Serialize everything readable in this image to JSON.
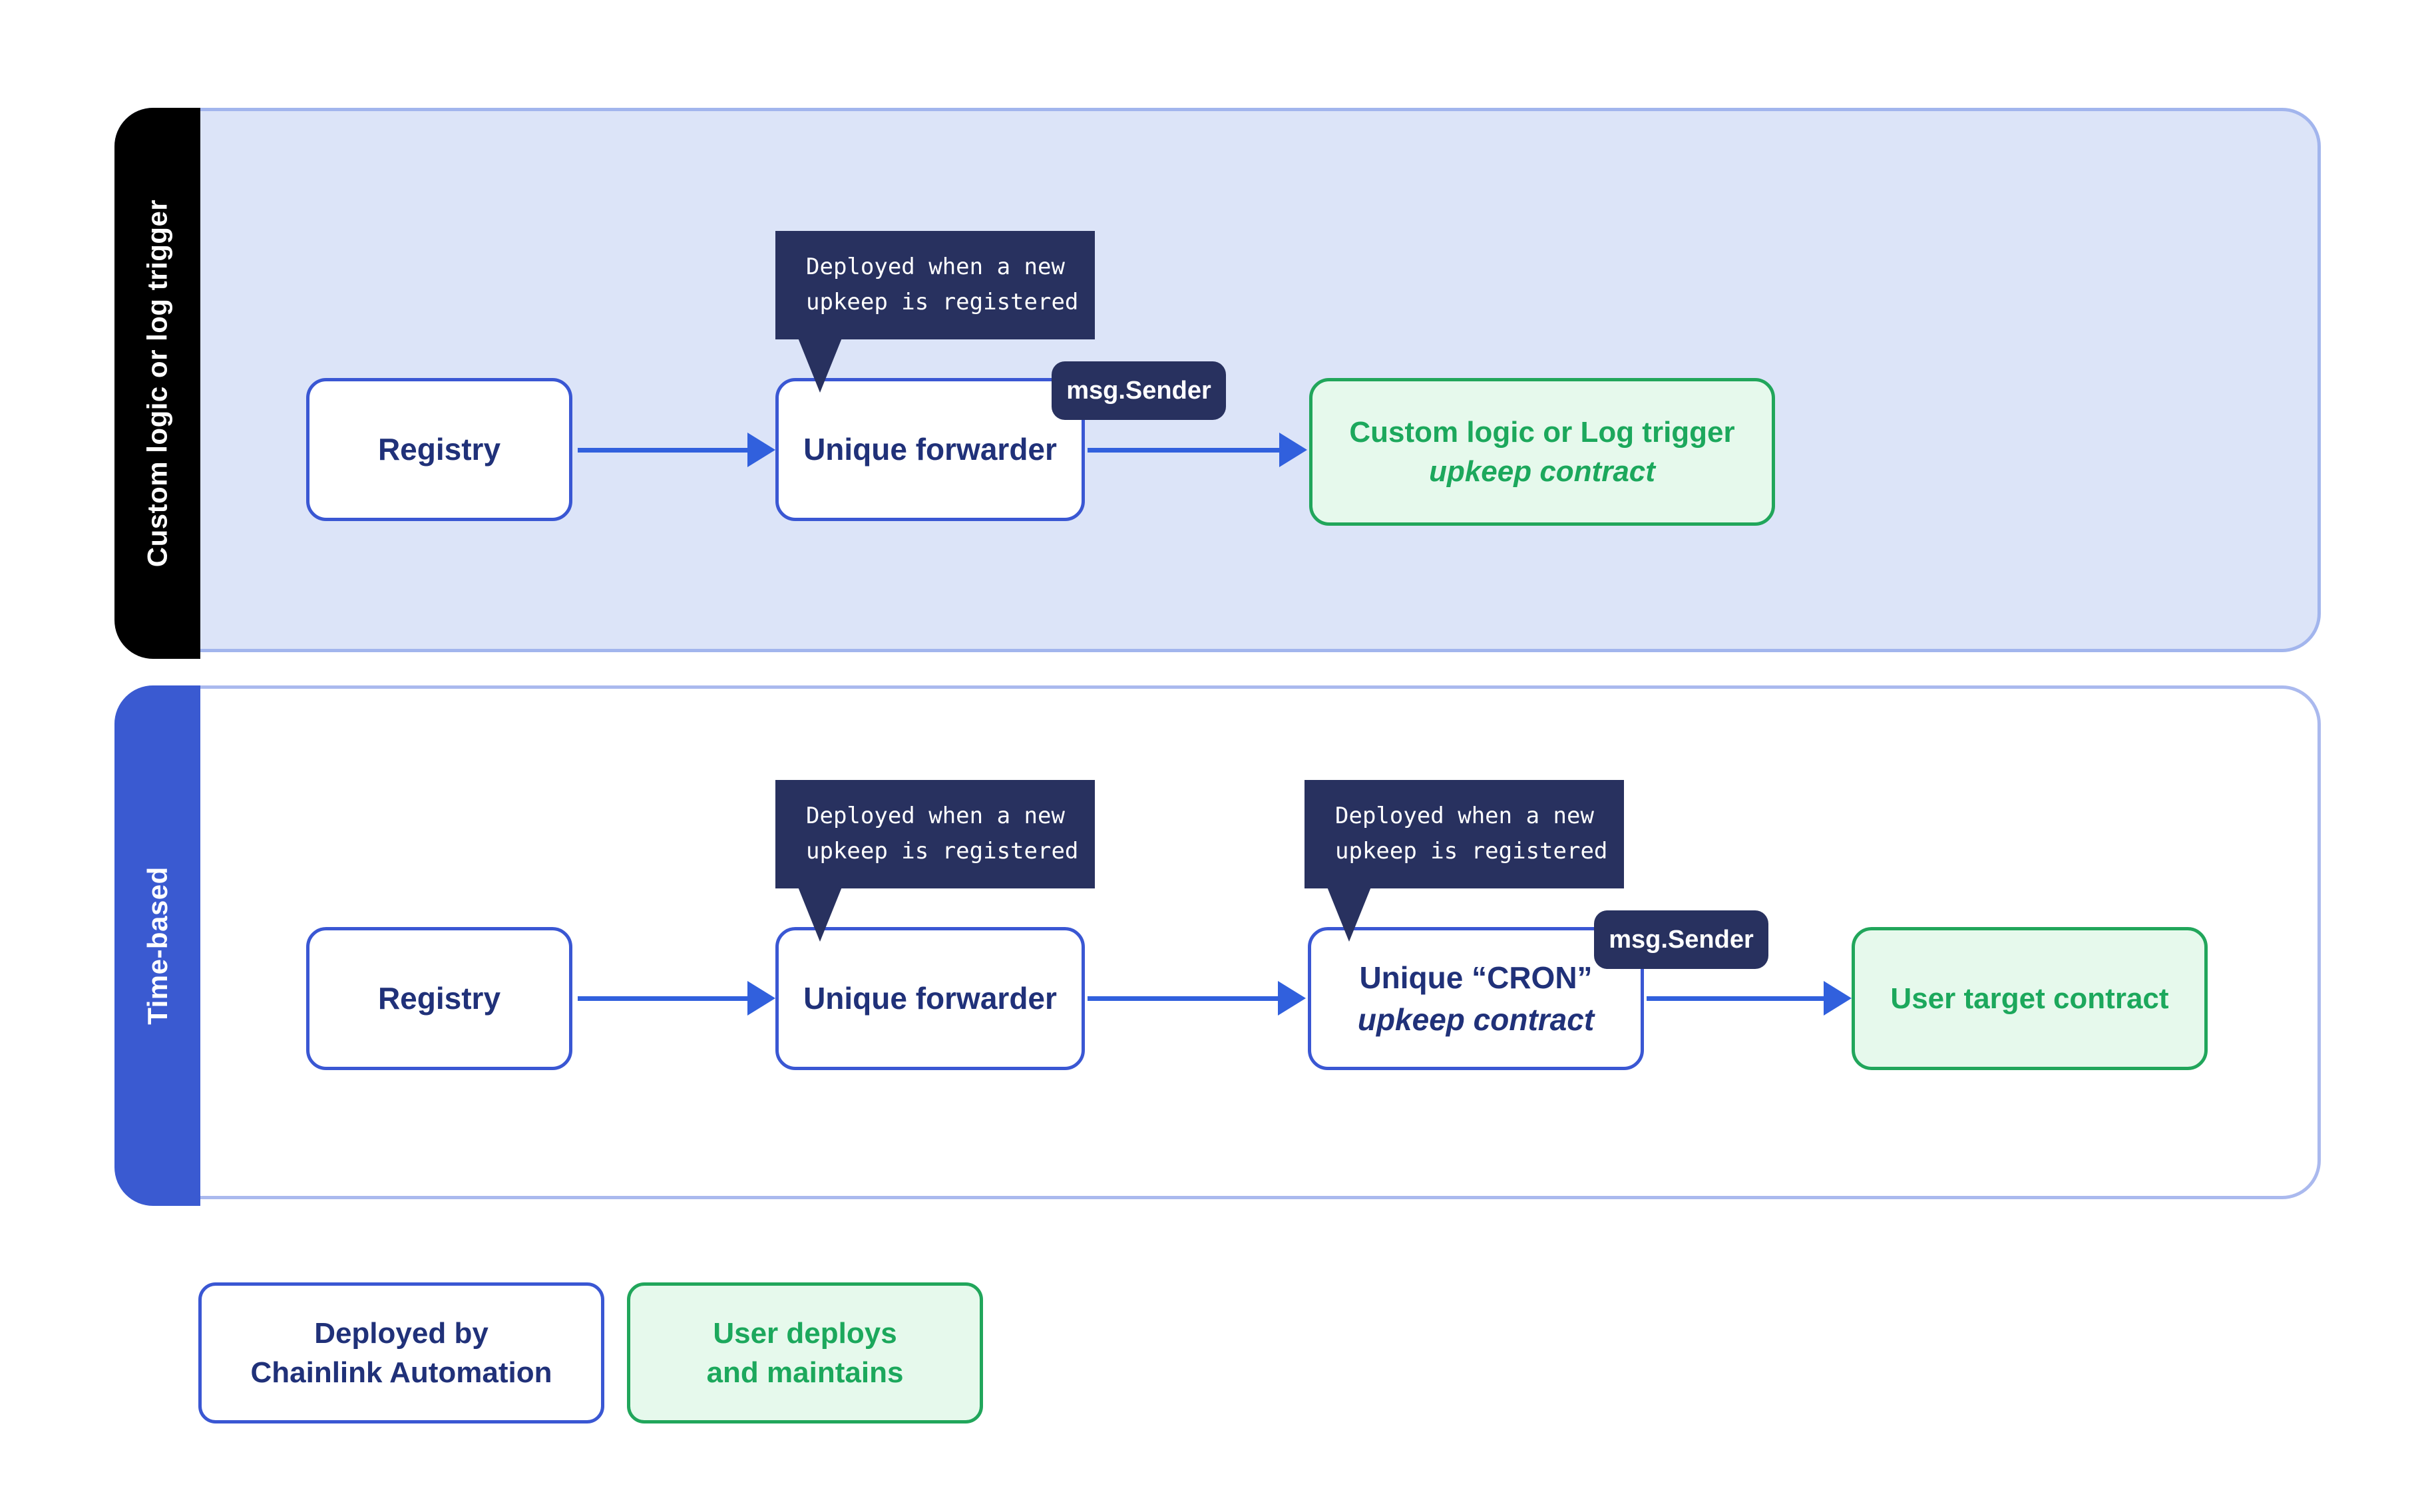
{
  "colors": {
    "navy-text": "#203179",
    "tooltip-bg": "#28315f",
    "node-border-blue": "#3a57d3",
    "arrow-blue": "#3160dd",
    "lane1-fill": "#dce4f8",
    "lane1-border": "#a2b5ed",
    "lane2-border": "#aab9ee",
    "lane1-strip": "#000000",
    "lane2-strip": "#3a5ad1",
    "green-border": "#21a65b",
    "green-text": "#1ca85c",
    "green-fill": "#e6f9ec",
    "white": "#ffffff"
  },
  "lane1": {
    "label": "Custom logic or log trigger",
    "registry": "Registry",
    "tooltip": {
      "line1": "Deployed when a new",
      "line2": "upkeep is registered"
    },
    "forwarder": "Unique forwarder",
    "badge": "msg.Sender",
    "target": {
      "line1": "Custom logic or Log trigger",
      "line2": "upkeep contract"
    }
  },
  "lane2": {
    "label": "Time-based",
    "registry": "Registry",
    "forwarder_tooltip": {
      "line1": "Deployed when a new",
      "line2": "upkeep is registered"
    },
    "forwarder": "Unique forwarder",
    "cron_tooltip": {
      "line1": "Deployed when a new",
      "line2": "upkeep is registered"
    },
    "cron": {
      "line1": "Unique “CRON”",
      "line2": "upkeep contract"
    },
    "badge": "msg.Sender",
    "target": "User target contract"
  },
  "legend": {
    "chainlink": {
      "line1": "Deployed by",
      "line2": "Chainlink Automation"
    },
    "user": {
      "line1": "User deploys",
      "line2": "and maintains"
    }
  }
}
